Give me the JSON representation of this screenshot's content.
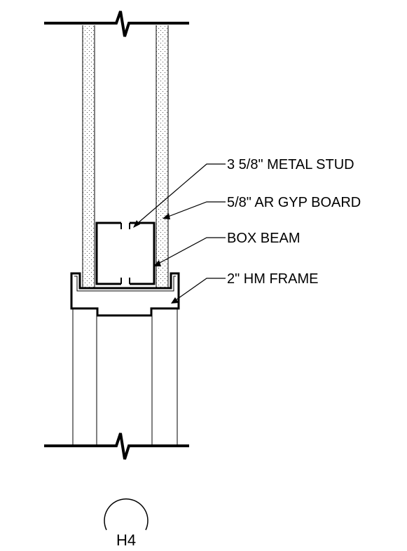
{
  "callouts": {
    "metal_stud": "3 5/8\" METAL STUD",
    "gyp_board": "5/8\" AR GYP BOARD",
    "box_beam": "BOX BEAM",
    "hm_frame": "2\" HM FRAME"
  },
  "detail_tag": {
    "label": "H4"
  },
  "colors": {
    "line": "#000000",
    "background": "#ffffff",
    "gyp_stipple": "#555555"
  }
}
